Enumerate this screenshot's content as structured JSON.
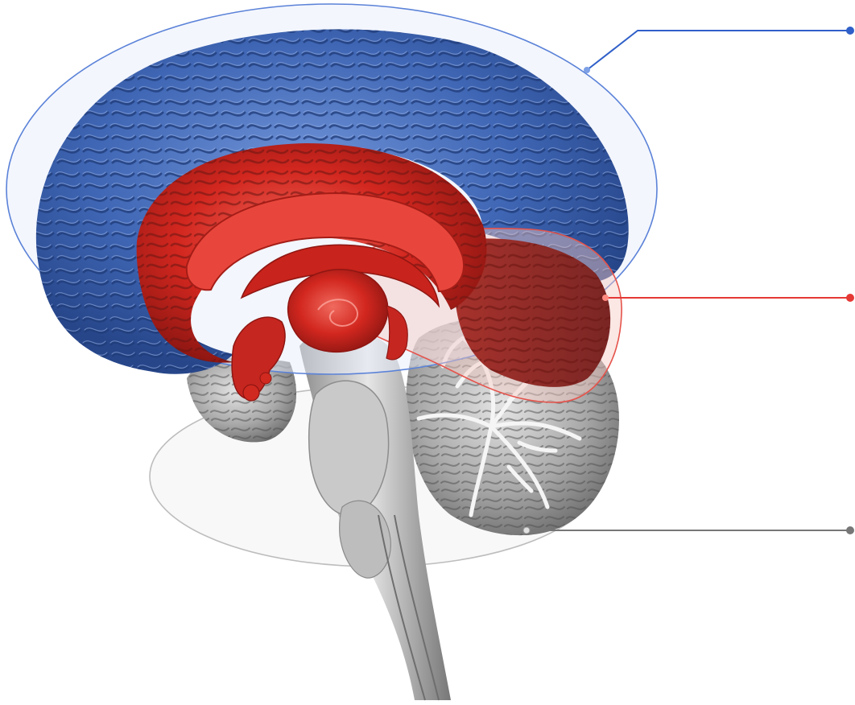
{
  "diagram": {
    "subject": "brain-sagittal-section",
    "regions": [
      {
        "id": "cerebrum",
        "icon": "cerebral-cortex-region",
        "color": "#3a63b8",
        "outline": "#5b82d8"
      },
      {
        "id": "limbic-system",
        "icon": "limbic-system-region",
        "color": "#d52a22",
        "outline": "#e5534b"
      },
      {
        "id": "hindbrain",
        "icon": "cerebellum-brainstem-region",
        "color": "#8a8a8a",
        "outline": "#b5b5b5"
      }
    ],
    "callouts": [
      {
        "region": "cerebrum",
        "color": "#2f5fc8",
        "label": ""
      },
      {
        "region": "limbic-system",
        "color": "#e53935",
        "label": ""
      },
      {
        "region": "hindbrain",
        "color": "#777777",
        "label": ""
      }
    ]
  }
}
